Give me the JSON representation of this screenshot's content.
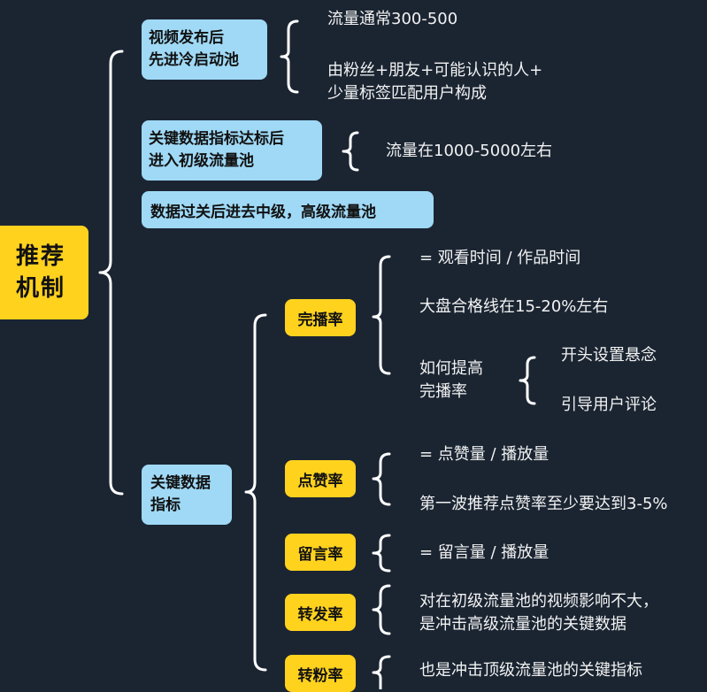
{
  "root": {
    "label": "推荐\n机制"
  },
  "pools": {
    "cold": {
      "label": "视频发布后\n先进冷启动池",
      "details": [
        "流量通常300-500",
        "由粉丝+朋友+可能认识的人+\n少量标签匹配用户构成"
      ]
    },
    "primary": {
      "label": "关键数据指标达标后\n进入初级流量池",
      "details": [
        "流量在1000-5000左右"
      ]
    },
    "higher": {
      "label": "数据过关后进去中级，高级流量池"
    }
  },
  "metrics": {
    "label": "关键数据\n指标",
    "completion": {
      "label": "完播率",
      "formula": "= 观看时间 / 作品时间",
      "benchmark": "大盘合格线在15-20%左右",
      "improve": {
        "label": "如何提高\n完播率",
        "items": [
          "开头设置悬念",
          "引导用户评论"
        ]
      }
    },
    "likes": {
      "label": "点赞率",
      "formula": "= 点赞量 / 播放量",
      "note": "第一波推荐点赞率至少要达到3-5%"
    },
    "comments": {
      "label": "留言率",
      "formula": "= 留言量 / 播放量"
    },
    "shares": {
      "label": "转发率",
      "note": "对在初级流量池的视频影响不大，\n是冲击高级流量池的关键数据"
    },
    "follows": {
      "label": "转粉率",
      "note": "也是冲击顶级流量池的关键指标"
    }
  }
}
